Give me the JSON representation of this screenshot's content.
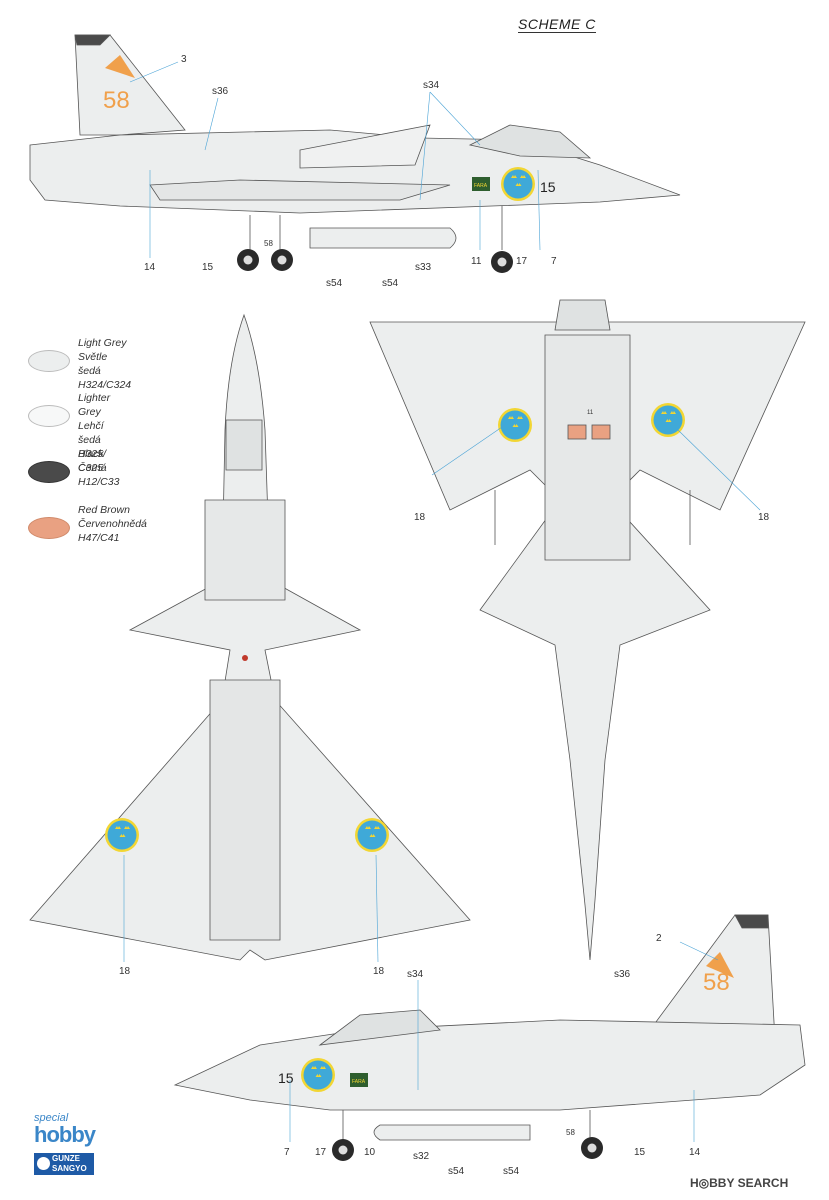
{
  "scheme_title": "SCHEME C",
  "legend": [
    {
      "name": "Light Grey",
      "czech": "Světle šedá",
      "code": "H324/C324",
      "color": "#eceeee"
    },
    {
      "name": "Lighter Grey",
      "czech": "Lehčí šedá",
      "code": "H325/ C325",
      "color": "#f6f7f7"
    },
    {
      "name": "Black",
      "czech": "Černá",
      "code": "H12/C33",
      "color": "#4a4a4a"
    },
    {
      "name": "Red Brown",
      "czech": "Červenohnědá",
      "code": "H47/C41",
      "color": "#e9a182"
    }
  ],
  "markings": {
    "tail_number": "58",
    "nose_number": "15",
    "fara": "FARA",
    "tail_small": "58"
  },
  "callouts_top": [
    "3",
    "s36",
    "s34",
    "14",
    "15",
    "s54",
    "s54",
    "s33",
    "11",
    "17",
    "7"
  ],
  "callouts_top_view": [
    "18",
    "18"
  ],
  "callouts_bottom_view": [
    "18",
    "18",
    "11"
  ],
  "callouts_bottom": [
    "2",
    "s36",
    "s34",
    "7",
    "17",
    "10",
    "s32",
    "s54",
    "s54",
    "15",
    "14"
  ],
  "branding": {
    "special": "special",
    "hobby": "hobby",
    "gunze_line1": "GUNZE",
    "gunze_line2": "SANGYO",
    "watermark": "H◎BBY SEARCH"
  }
}
